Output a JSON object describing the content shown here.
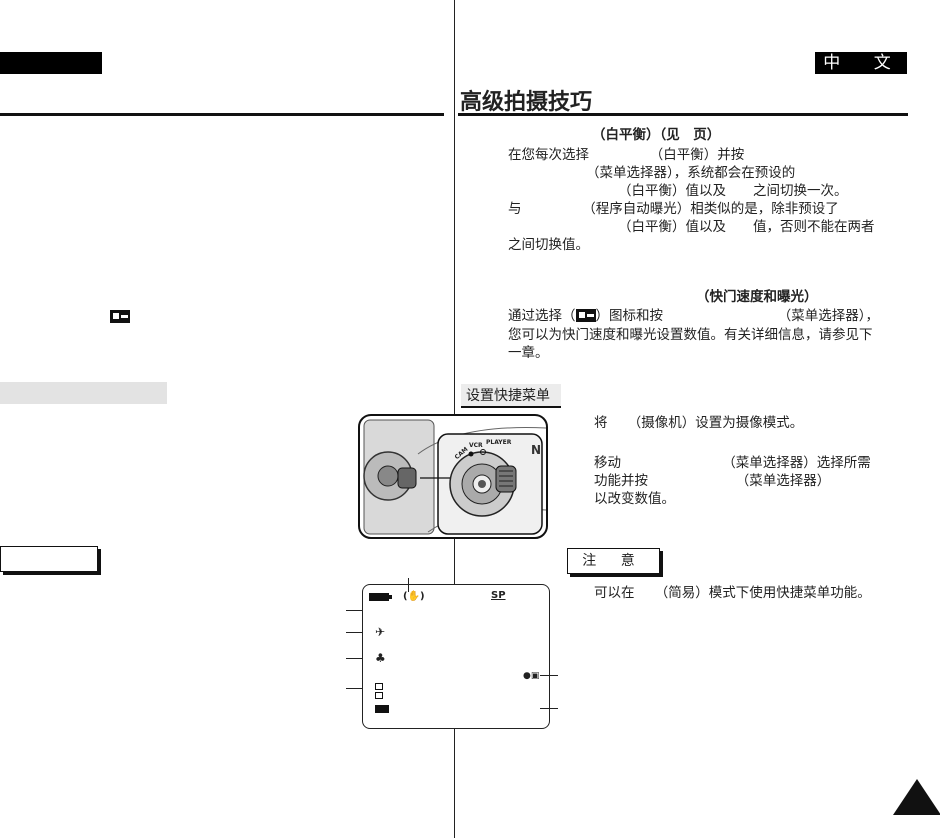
{
  "header": {
    "language_tab": "中 文",
    "page_title": "高级拍摄技巧"
  },
  "white_balance": {
    "heading": "（白平衡）（见　页）",
    "lines": [
      "在您每次选择　　　　　（白平衡）并按",
      "（菜单选择器），系统都会在预设的",
      "（白平衡）值以及　　之间切换一次。",
      "与　　　　　（程序自动曝光）相类似的是，除非预设了",
      "（白平衡）值以及　　值，否则不能在两者",
      "之间切换值。"
    ]
  },
  "shutter": {
    "heading": "（快门速度和曝光）",
    "line1_before": "通过选择（",
    "line1_after": "）图标和按　　　　　　　　　（菜单选择器），",
    "line2": "您可以为快门速度和曝光设置数值。有关详细信息，请参见下",
    "line3": "一章。"
  },
  "quick_menu": {
    "section_title": "设置快捷菜单",
    "step1": "将　　（摄像机）设置为摄像模式。",
    "step2_line1": "移动　　　　　　　　（菜单选择器）选择所需",
    "step2_line2": "功能并按　　　　　　　（菜单选择器）",
    "step2_line3": "以改变数值。"
  },
  "dial": {
    "cam_label": "CAM",
    "vcr_label": "VCR",
    "player_label": "PLAYER"
  },
  "note": {
    "title": "注 意",
    "text": "可以在　　（简易）模式下使用快捷菜单功能。"
  },
  "lcd": {
    "mode_label": "SP"
  }
}
